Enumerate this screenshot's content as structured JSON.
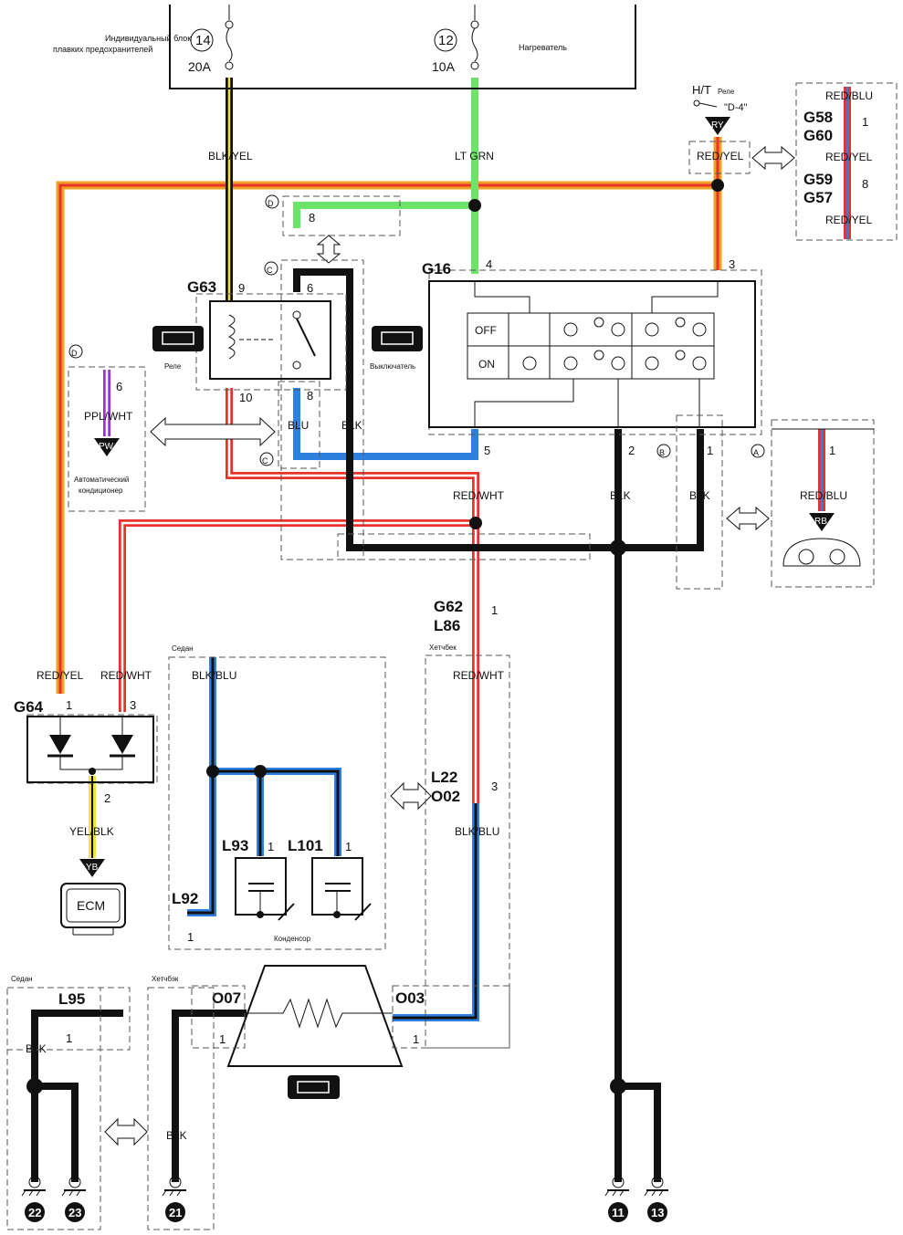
{
  "fuse_block": {
    "title_line1": "Индивидуальный блок",
    "title_line2": "плавких предохранителей",
    "heater_label": "Нагреватель",
    "fuses": [
      {
        "number": "14",
        "rating": "20A"
      },
      {
        "number": "12",
        "rating": "10A"
      }
    ]
  },
  "wires": {
    "blk_yel": "BLK/YEL",
    "lt_grn": "LT GRN",
    "red_yel": "RED/YEL",
    "red_wht": "RED/WHT",
    "ppl_wht": "PPL/WHT",
    "blu": "BLU",
    "blk": "BLK",
    "red_blu": "RED/BLU",
    "blk_blu": "BLK/BLU",
    "yel_blk": "YEL/BLK"
  },
  "ht_relay": {
    "title": "H/T",
    "sub": "Реле",
    "quoted": "\"D-4\"",
    "badge": "RY"
  },
  "connectors": {
    "G58": "G58",
    "G60": "G60",
    "G59": "G59",
    "G57": "G57",
    "G16": "G16",
    "G63": "G63",
    "G64": "G64",
    "G62": "G62",
    "L86": "L86",
    "L22": "L22",
    "O02": "O02",
    "L92": "L92",
    "L93": "L93",
    "L101": "L101",
    "L95": "L95",
    "O07": "O07",
    "O03": "O03"
  },
  "pins": {
    "p1": "1",
    "p2": "2",
    "p3": "3",
    "p4": "4",
    "p5": "5",
    "p6": "6",
    "p8": "8",
    "p9": "9",
    "p10": "10"
  },
  "markers": {
    "A": "A",
    "B": "B",
    "C": "C",
    "D": "D"
  },
  "relay_label": "Реле",
  "switch_label": "Выключатель",
  "switch_states": {
    "off": "OFF",
    "on": "ON"
  },
  "ac_label_line1": "Автоматический",
  "ac_label_line2": "кондиционер",
  "badges": {
    "pw": "PW",
    "rb": "RB",
    "yb": "YB"
  },
  "ecm": "ECM",
  "sedan": "Седан",
  "hatchback": "Хетчбек",
  "hatchback2": "Хетчбэк",
  "condenser": "Конденсор",
  "grounds": [
    "22",
    "23",
    "21",
    "11",
    "13"
  ],
  "colors": {
    "red": "#e8322b",
    "orange": "#f0a020",
    "yellow": "#f4e04a",
    "green": "#6de36a",
    "blue": "#2d7fe0",
    "purple": "#9b35c8",
    "black": "#111111"
  }
}
